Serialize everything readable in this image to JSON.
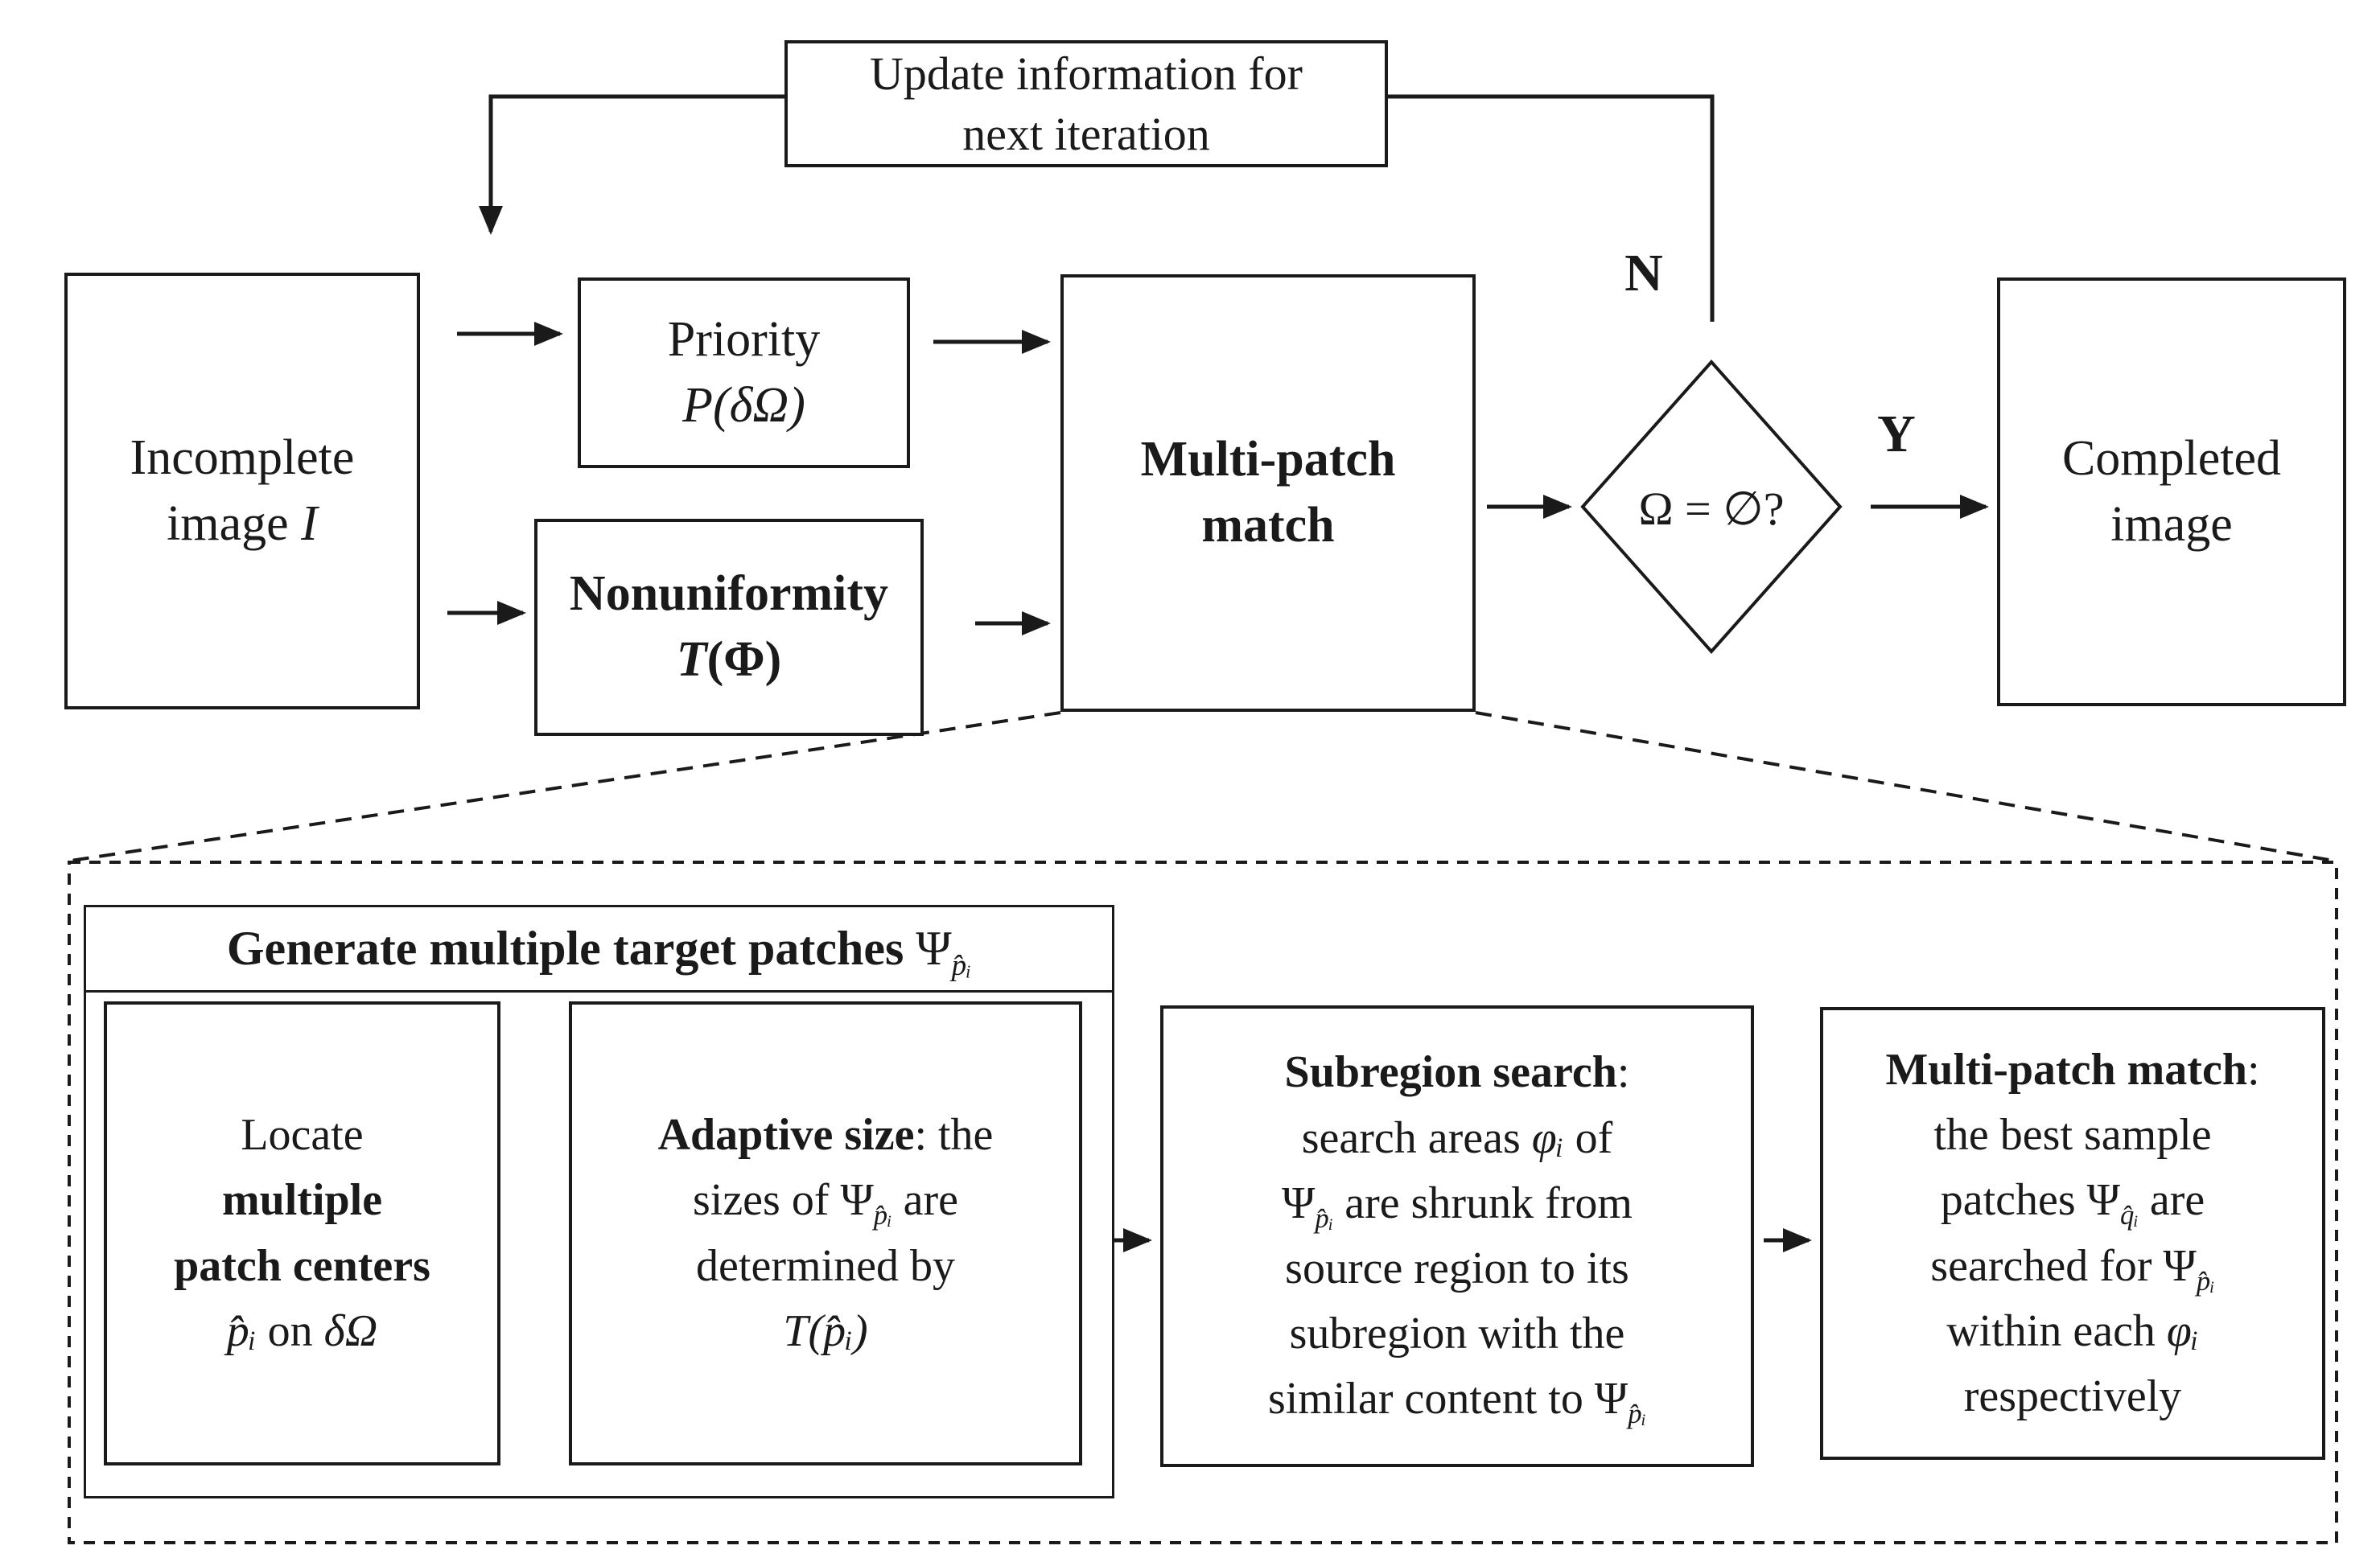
{
  "diagram": {
    "colors": {
      "stroke": "#1a1a1a",
      "background": "#ffffff"
    },
    "update_box": {
      "line1": "Update information for",
      "line2": "next iteration"
    },
    "incomplete_box": {
      "line1": "Incomplete",
      "line2_text": "image ",
      "line2_math": "I"
    },
    "priority_box": {
      "title": "Priority",
      "math_var": "P",
      "math_args": "(δΩ)"
    },
    "nonuniformity_box": {
      "title": "Nonuniformity",
      "math_var": "T",
      "math_args": "(Φ)"
    },
    "multipatch_box": {
      "line1": "Multi-patch",
      "line2": "match"
    },
    "decision_diamond": {
      "condition": "Ω = ∅?",
      "no_label": "N",
      "yes_label": "Y"
    },
    "completed_box": {
      "line1": "Completed",
      "line2": "image"
    },
    "detail_panel": {
      "generate_group": {
        "title_bold": "Generate multiple target patches ",
        "title_psi": "Ψ",
        "title_sub": "p̂ᵢ"
      },
      "locate_box": {
        "line1": "Locate",
        "line2": "multiple",
        "line3": "patch centers",
        "line4_math": "p̂ᵢ",
        "line4_text": " on ",
        "line4_tail": "δΩ"
      },
      "adaptive_box": {
        "line1_bold": "Adaptive size",
        "line1_rest": ": the",
        "line2_a": "sizes of Ψ",
        "line2_sub": "p̂ᵢ",
        "line2_b": " are",
        "line3": "determined by",
        "line4_var": "T",
        "line4_args": "(p̂ᵢ)"
      },
      "subregion_box": {
        "line1_bold": "Subregion search",
        "line1_rest": ":",
        "line2_a": "search areas ",
        "line2_math": "φᵢ",
        "line2_b": " of",
        "line3_a": "Ψ",
        "line3_sub": "p̂ᵢ",
        "line3_b": " are shrunk from",
        "line4": "source region to its",
        "line5": "subregion with the",
        "line6_a": "similar content to Ψ",
        "line6_sub": "p̂ᵢ"
      },
      "match_box": {
        "line1_bold": "Multi-patch match",
        "line1_rest": ":",
        "line2": "the best sample",
        "line3_a": "patches Ψ",
        "line3_sub": "q̂ᵢ",
        "line3_b": " are",
        "line4_a": "searched for Ψ",
        "line4_sub": "p̂ᵢ",
        "line5_a": "within each ",
        "line5_math": "φᵢ",
        "line6": "respectively"
      }
    }
  }
}
